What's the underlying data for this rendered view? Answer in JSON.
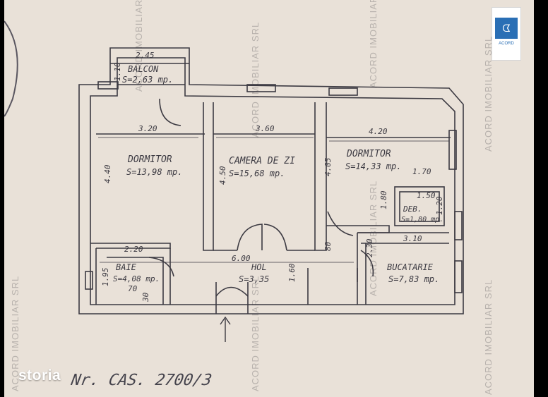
{
  "rooms": [
    {
      "id": "balcon",
      "name": "BALCON",
      "area": "S=2,63 mp."
    },
    {
      "id": "dormitor1",
      "name": "DORMITOR",
      "area": "S=13,98 mp."
    },
    {
      "id": "camera",
      "name": "CAMERA DE ZI",
      "area": "S=15,68 mp."
    },
    {
      "id": "dormitor2",
      "name": "DORMITOR",
      "area": "S=14,33 mp."
    },
    {
      "id": "deb",
      "name": "DEB.",
      "area": "S=1,80 mp."
    },
    {
      "id": "baie",
      "name": "BAIE",
      "area": "S=4,08 mp."
    },
    {
      "id": "hol",
      "name": "HOL",
      "area": "S=3,35"
    },
    {
      "id": "bucatarie",
      "name": "BUCATARIE",
      "area": "S=7,83 mp."
    }
  ],
  "dimensions": {
    "balcon_w": "2.45",
    "balcon_h": "1.10",
    "dorm1_w": "3.20",
    "dorm1_h": "4.40",
    "camera_w": "3.60",
    "camera_h": "4.50",
    "dorm2_w": "4.20",
    "dorm2_h": "4.05",
    "dorm2_sub": "1.70",
    "dorm2_side": "1.80",
    "deb_w": "1.50",
    "deb_h": "1.20",
    "buc_w": "3.10",
    "buc_h": "2.30",
    "baie_w": "2.20",
    "baie_h": "1.95",
    "baie_small1": "70",
    "baie_small2": "30",
    "hol_w": "6.00",
    "hol_h": "1.60",
    "door_small": "80"
  },
  "watermark": "ACORD IMOBILIAR SRL",
  "logo": {
    "mark": "ᗧ",
    "text": "ACORD"
  },
  "brand": "storia",
  "cadastral": "Nr. CAS. 2700/3",
  "colors": {
    "paper": "#e9e1d8",
    "ink": "#3c3a42",
    "brand_blue": "#2a6fb5"
  }
}
